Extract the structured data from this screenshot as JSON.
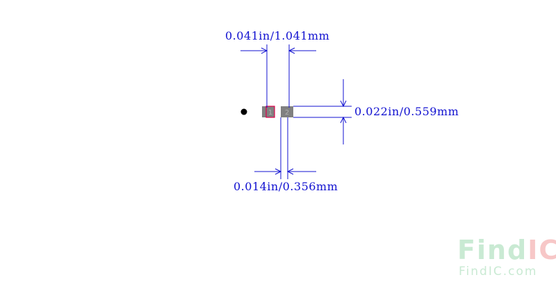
{
  "dimensions": {
    "pad_pitch": "0.041in/1.041mm",
    "pad_height": "0.022in/0.559mm",
    "pad_gap": "0.014in/0.356mm"
  },
  "pads": [
    {
      "label": "1"
    },
    {
      "label": "2"
    }
  ],
  "watermark": {
    "brand_find": "Find",
    "brand_ic": "IC",
    "url": "FindIC.com"
  },
  "colors": {
    "dimension_lines": "#1010d0",
    "pad_fill": "#808080",
    "pin1_outline": "#e0004a",
    "pin1_marker": "#000000"
  }
}
